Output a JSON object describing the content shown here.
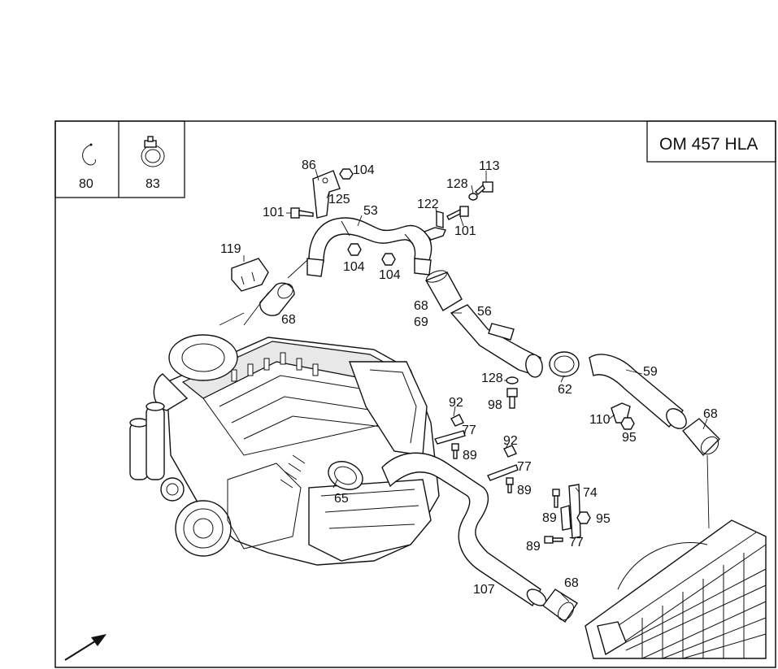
{
  "engine_model": "OM 457 HLA",
  "legend": [
    {
      "label": "80",
      "icon": "clip-ring-icon"
    },
    {
      "label": "83",
      "icon": "hose-clamp-icon"
    }
  ],
  "callouts": [
    {
      "id": "86",
      "label": "86"
    },
    {
      "id": "104a",
      "label": "104"
    },
    {
      "id": "113",
      "label": "113"
    },
    {
      "id": "128a",
      "label": "128"
    },
    {
      "id": "101a",
      "label": "101"
    },
    {
      "id": "125",
      "label": "125"
    },
    {
      "id": "53",
      "label": "53"
    },
    {
      "id": "122",
      "label": "122"
    },
    {
      "id": "101b",
      "label": "101"
    },
    {
      "id": "119",
      "label": "119"
    },
    {
      "id": "104b",
      "label": "104"
    },
    {
      "id": "104c",
      "label": "104"
    },
    {
      "id": "68a",
      "label": "68"
    },
    {
      "id": "68b",
      "label": "68"
    },
    {
      "id": "69",
      "label": "69"
    },
    {
      "id": "56",
      "label": "56"
    },
    {
      "id": "128b",
      "label": "128"
    },
    {
      "id": "62",
      "label": "62"
    },
    {
      "id": "59",
      "label": "59"
    },
    {
      "id": "92a",
      "label": "92"
    },
    {
      "id": "98",
      "label": "98"
    },
    {
      "id": "77a",
      "label": "77"
    },
    {
      "id": "110",
      "label": "110"
    },
    {
      "id": "95a",
      "label": "95"
    },
    {
      "id": "68c",
      "label": "68"
    },
    {
      "id": "89a",
      "label": "89"
    },
    {
      "id": "92b",
      "label": "92"
    },
    {
      "id": "77b",
      "label": "77"
    },
    {
      "id": "65",
      "label": "65"
    },
    {
      "id": "89b",
      "label": "89"
    },
    {
      "id": "74",
      "label": "74"
    },
    {
      "id": "89c",
      "label": "89"
    },
    {
      "id": "95b",
      "label": "95"
    },
    {
      "id": "77c",
      "label": "77"
    },
    {
      "id": "89d",
      "label": "89"
    },
    {
      "id": "107",
      "label": "107"
    },
    {
      "id": "68d",
      "label": "68"
    }
  ]
}
